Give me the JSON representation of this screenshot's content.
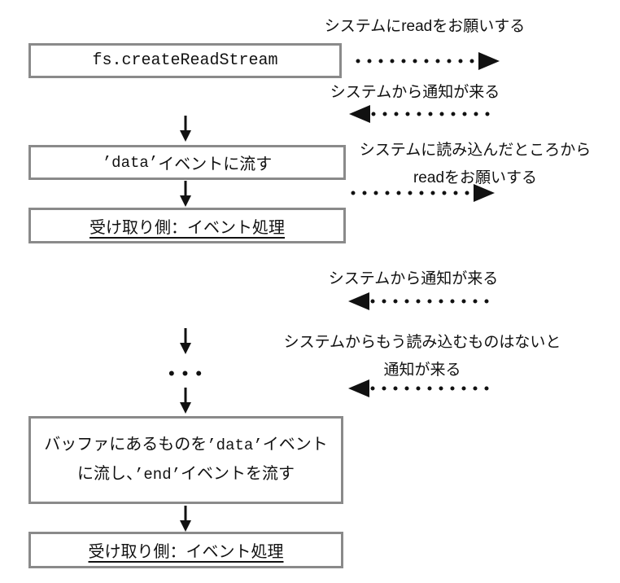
{
  "diagram": {
    "box1": {
      "label": "fs.createReadStream"
    },
    "box2": {
      "code": "’data’",
      "suffix": "イベントに流す"
    },
    "box3": {
      "label": "受け取り側：イベント処理"
    },
    "box4": {
      "line1": {
        "prefix": "バッファにあるものを",
        "code": "’data’",
        "suffix": "イベント"
      },
      "line2": {
        "prefix": "に流し、",
        "code": "’end’",
        "suffix": "イベントを流す"
      }
    },
    "box5": {
      "label": "受け取り側：イベント処理"
    },
    "annotations": {
      "request_read": "システムにreadをお願いする",
      "notify_1": "システムから通知が来る",
      "read_from_line1": "システムに読み込んだところから",
      "read_from_line2": "readをお願いする",
      "notify_2": "システムから通知が来る",
      "no_more_line1": "システムからもう読み込むものはないと",
      "no_more_line2": "通知が来る"
    },
    "ellipsis": "•••",
    "colors": {
      "border": "#8a8a8a",
      "text": "#111111",
      "background": "#ffffff"
    }
  }
}
